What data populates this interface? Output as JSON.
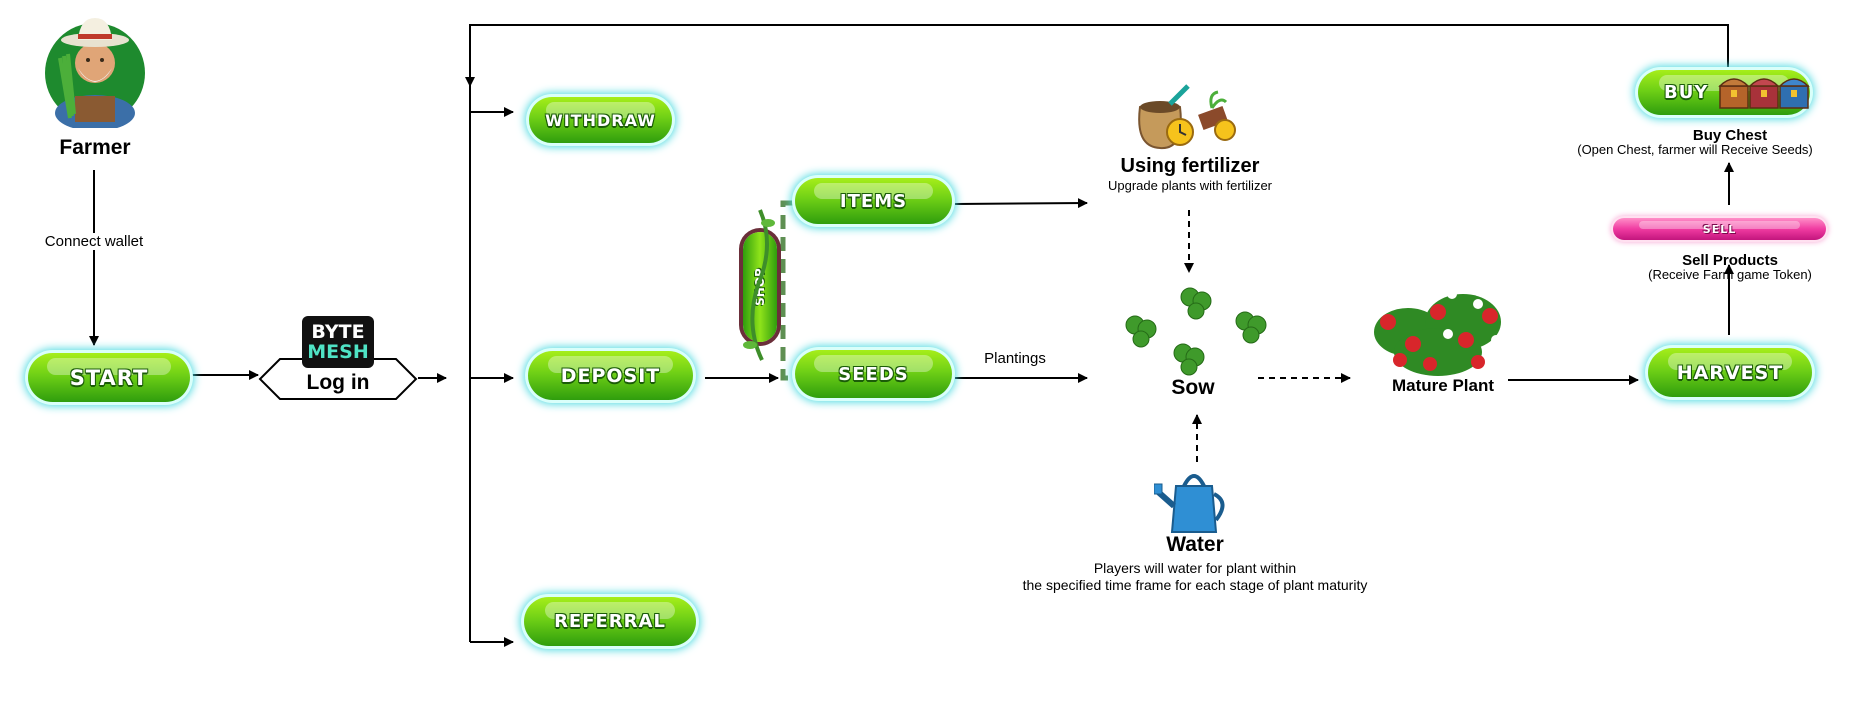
{
  "farmer": {
    "label": "Farmer"
  },
  "connect_wallet": "Connect wallet",
  "buttons": {
    "start": "START",
    "withdraw": "WITHDRAW",
    "deposit": "DEPOSIT",
    "referral": "REFERRAL",
    "items": "ITEMS",
    "seeds": "SEEDS",
    "shop": "SHOP",
    "harvest": "HARVEST",
    "sell": "SELL",
    "buy": "BUY"
  },
  "login": {
    "logo_text_top": "BYTE",
    "logo_text_bottom": "MESH",
    "label": "Log in"
  },
  "plantings": "Plantings",
  "fertilizer": {
    "title": "Using fertilizer",
    "subtitle": "Upgrade plants with fertilizer"
  },
  "sow": "Sow",
  "water": {
    "title": "Water",
    "line1": "Players will water for plant within",
    "line2": "the specified time frame for each stage of plant maturity"
  },
  "mature_plant": "Mature Plant",
  "sell_products": {
    "title": "Sell Products",
    "subtitle": "(Receive Farm game Token)"
  },
  "buy_chest": {
    "title": "Buy Chest",
    "subtitle": "(Open Chest, farmer will Receive  Seeds)"
  },
  "colors": {
    "button_green": "#6fd016",
    "button_glow": "#4ad9e0",
    "sell_pink": "#f03ba1"
  }
}
